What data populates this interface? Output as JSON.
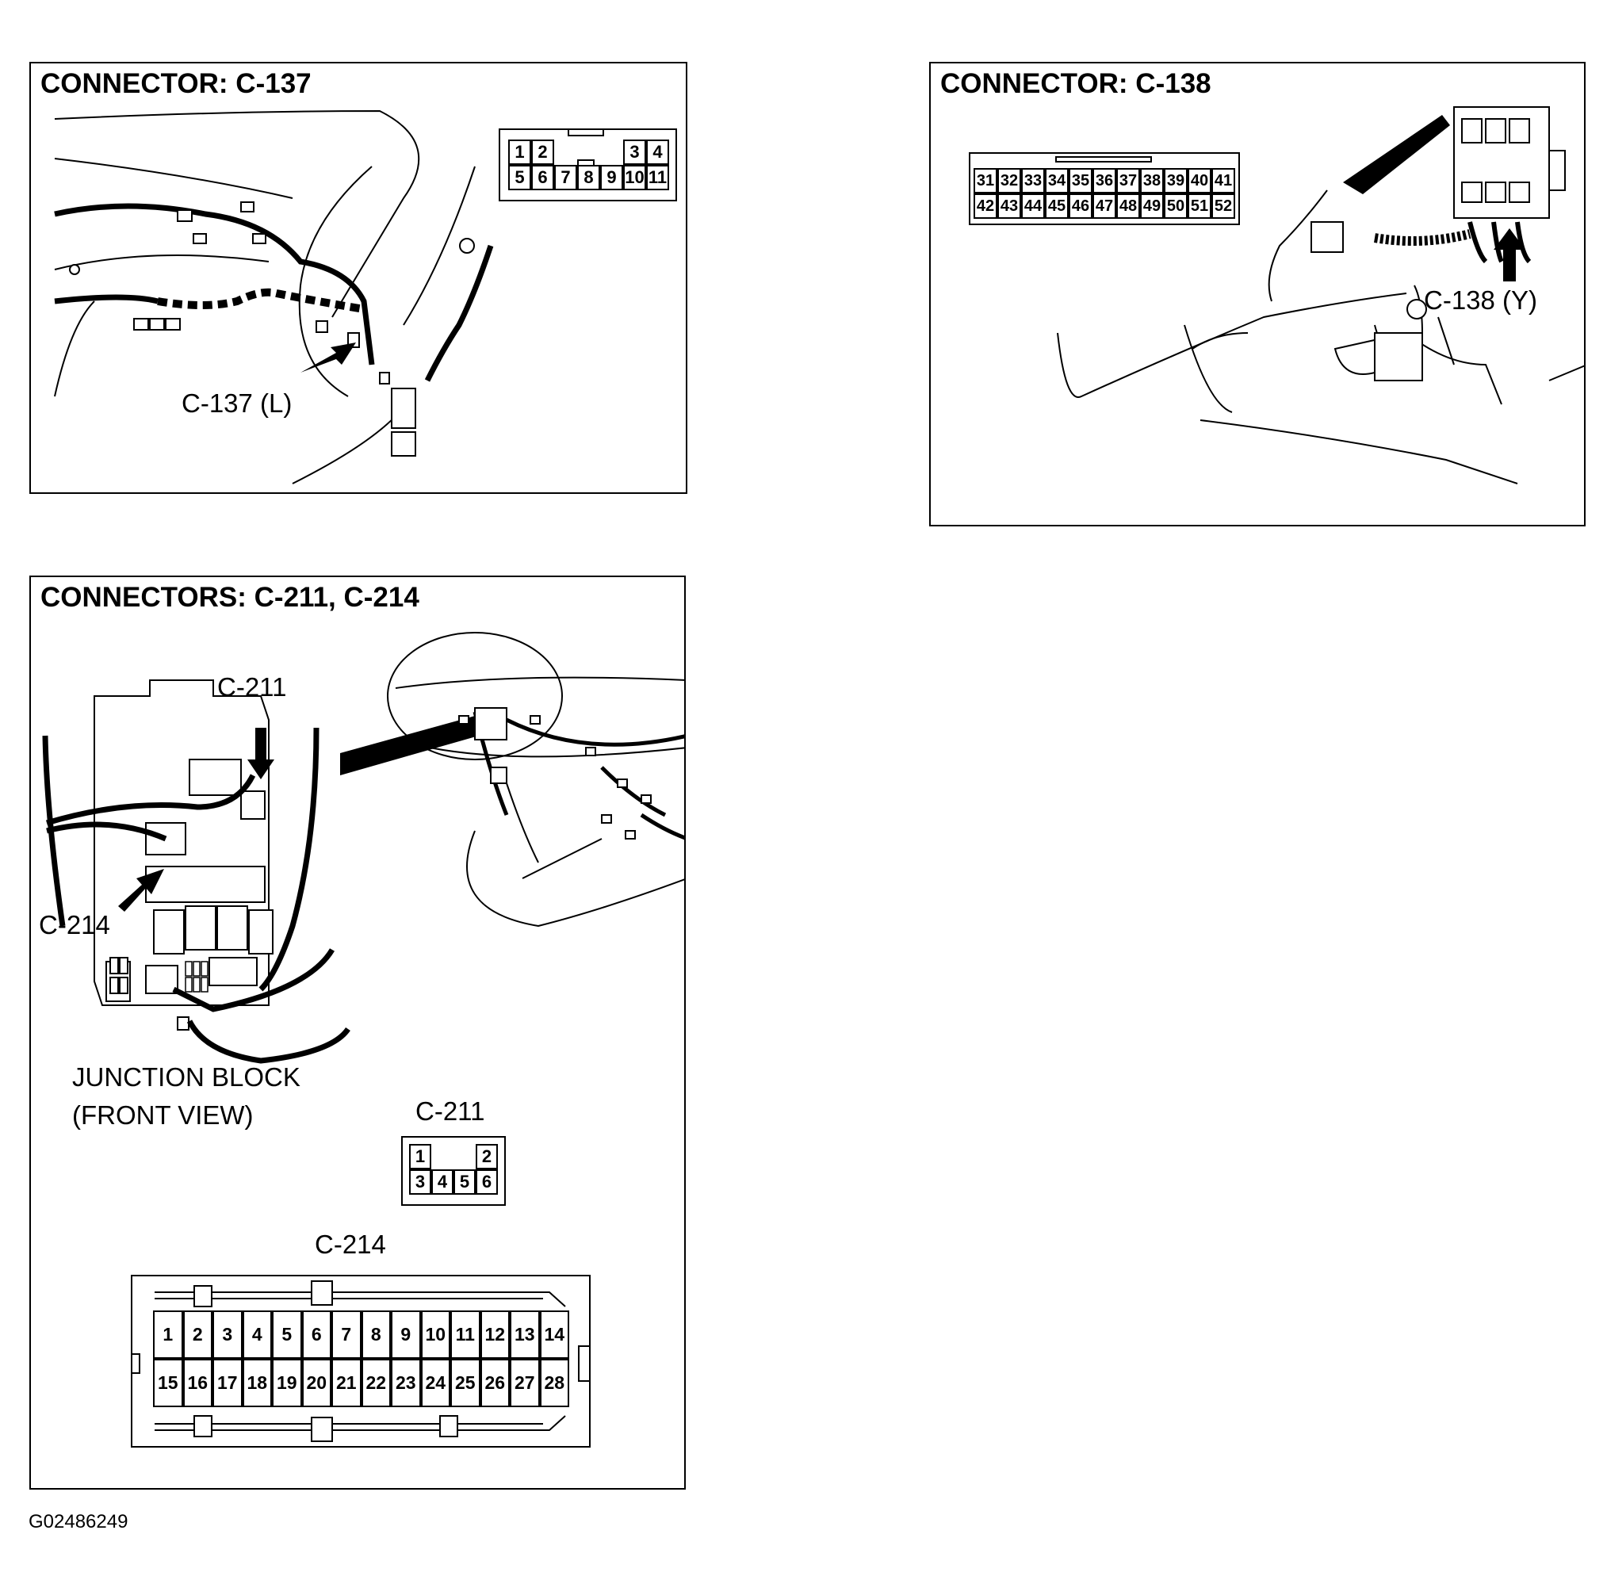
{
  "panels": {
    "c137": {
      "title": "CONNECTOR: C-137",
      "callout": "C-137 (L)",
      "rows": [
        [
          "1",
          "2",
          "",
          "",
          "",
          "3",
          "4"
        ],
        [
          "5",
          "6",
          "7",
          "8",
          "9",
          "10",
          "11"
        ]
      ]
    },
    "c138": {
      "title": "CONNECTOR: C-138",
      "callout": "C-138 (Y)",
      "rows": [
        [
          "31",
          "32",
          "33",
          "34",
          "35",
          "36",
          "37",
          "38",
          "39",
          "40",
          "41"
        ],
        [
          "42",
          "43",
          "44",
          "45",
          "46",
          "47",
          "48",
          "49",
          "50",
          "51",
          "52"
        ]
      ]
    },
    "c211_214": {
      "title": "CONNECTORS: C-211, C-214",
      "callout_211": "C-211",
      "callout_214": "C-214",
      "junction_line1": "JUNCTION BLOCK",
      "junction_line2": "(FRONT VIEW)",
      "c211_label": "C-211",
      "c211_rows": [
        [
          "1",
          "",
          "",
          "2"
        ],
        [
          "3",
          "4",
          "5",
          "6"
        ]
      ],
      "c214_label": "C-214",
      "c214_rows": [
        [
          "1",
          "2",
          "3",
          "4",
          "5",
          "6",
          "7",
          "8",
          "9",
          "10",
          "11",
          "12",
          "13",
          "14"
        ],
        [
          "15",
          "16",
          "17",
          "18",
          "19",
          "20",
          "21",
          "22",
          "23",
          "24",
          "25",
          "26",
          "27",
          "28"
        ]
      ]
    }
  },
  "footer_code": "G02486249"
}
